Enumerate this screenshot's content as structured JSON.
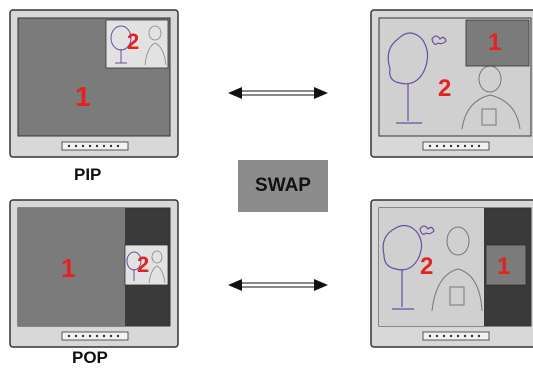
{
  "diagram": {
    "captions": {
      "pip": "PIP",
      "pop": "POP"
    },
    "swap_label": "SWAP",
    "monitors": {
      "pip_before": {
        "main": "1",
        "inset": "2"
      },
      "pip_after": {
        "main": "2",
        "inset": "1"
      },
      "pop_before": {
        "main": "1",
        "inset": "2"
      },
      "pop_after": {
        "main": "2",
        "inset": "1"
      }
    },
    "colors": {
      "bezel": "#d8d8d8",
      "screen_main": "#7b7b7b",
      "screen_light": "#d0d0d0",
      "side_dark": "#3a3a3a",
      "number_red": "#e32222",
      "swap_box": "#8c8c8c",
      "sketch_purple": "#6a4fa0"
    }
  }
}
